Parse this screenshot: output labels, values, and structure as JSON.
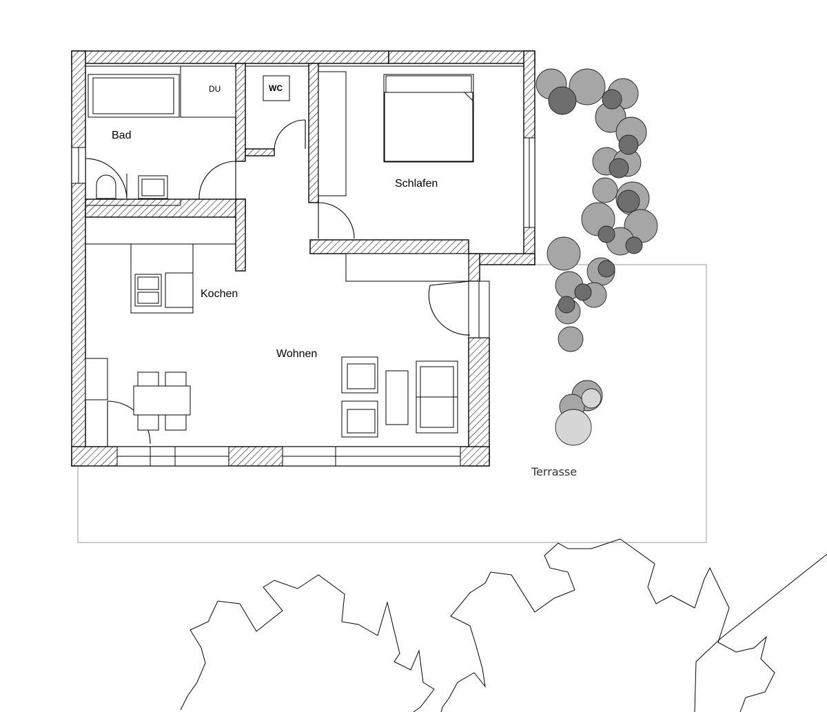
{
  "plan": {
    "rooms": {
      "bad": "Bad",
      "du": "DU",
      "wc": "WC",
      "schlafen": "Schlafen",
      "kochen": "Kochen",
      "wohnen": "Wohnen",
      "terrasse": "Terrasse"
    },
    "colors": {
      "wall_line": "#000000",
      "terrace_outline": "#999999",
      "bush_light": "#d6d6d6",
      "bush_mid": "#a6a6a6",
      "bush_dark": "#6e6e6e"
    }
  }
}
